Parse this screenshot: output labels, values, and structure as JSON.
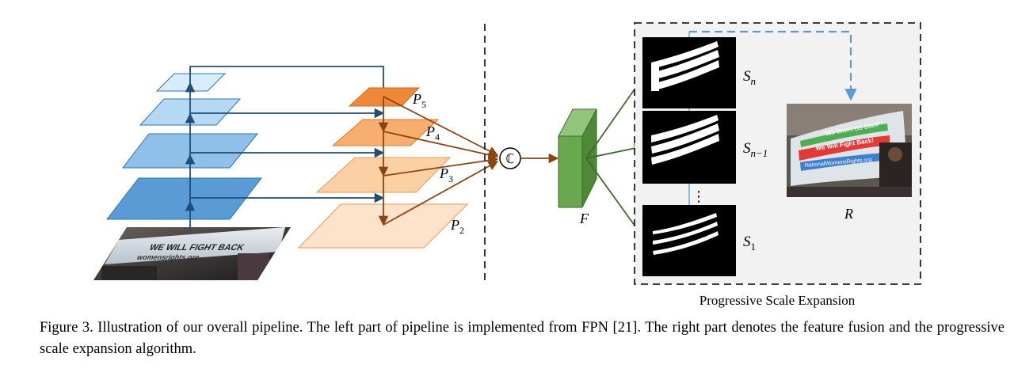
{
  "labels": {
    "p5": "P",
    "p5_sub": "5",
    "p4": "P",
    "p4_sub": "4",
    "p3": "P",
    "p3_sub": "3",
    "p2": "P",
    "p2_sub": "2",
    "concat": "ℂ",
    "fusion": "F",
    "sn": "S",
    "sn_sub": "n",
    "sn1": "S",
    "sn1_sub": "n−1",
    "s1": "S",
    "s1_sub": "1",
    "result": "R",
    "vdots": "⋮",
    "pse_title": "Progressive Scale Expansion"
  },
  "sample_text": {
    "line1": "\"We Won't Go Back\"",
    "line2": "We Will Fight Back!",
    "line3": "NationalWomensRights.org"
  },
  "caption": "Figure 3. Illustration of our overall pipeline. The left part of pipeline is implemented from FPN [21]. The right part denotes the feature fusion and the progressive scale expansion algorithm.",
  "colors": {
    "fpn_blue": "#5b9bd5",
    "fpn_blue_light": "#cfe8f7",
    "fpn_edge": "#2e6e9e",
    "orange_dark": "#f0883a",
    "orange_light": "#fbd9b8",
    "orange_edge": "#c46a25",
    "brown_arrow": "#8b4513",
    "green": "#6aa84f",
    "green_dark": "#3e6b2a",
    "dashed_blue": "#5b9bd5"
  }
}
